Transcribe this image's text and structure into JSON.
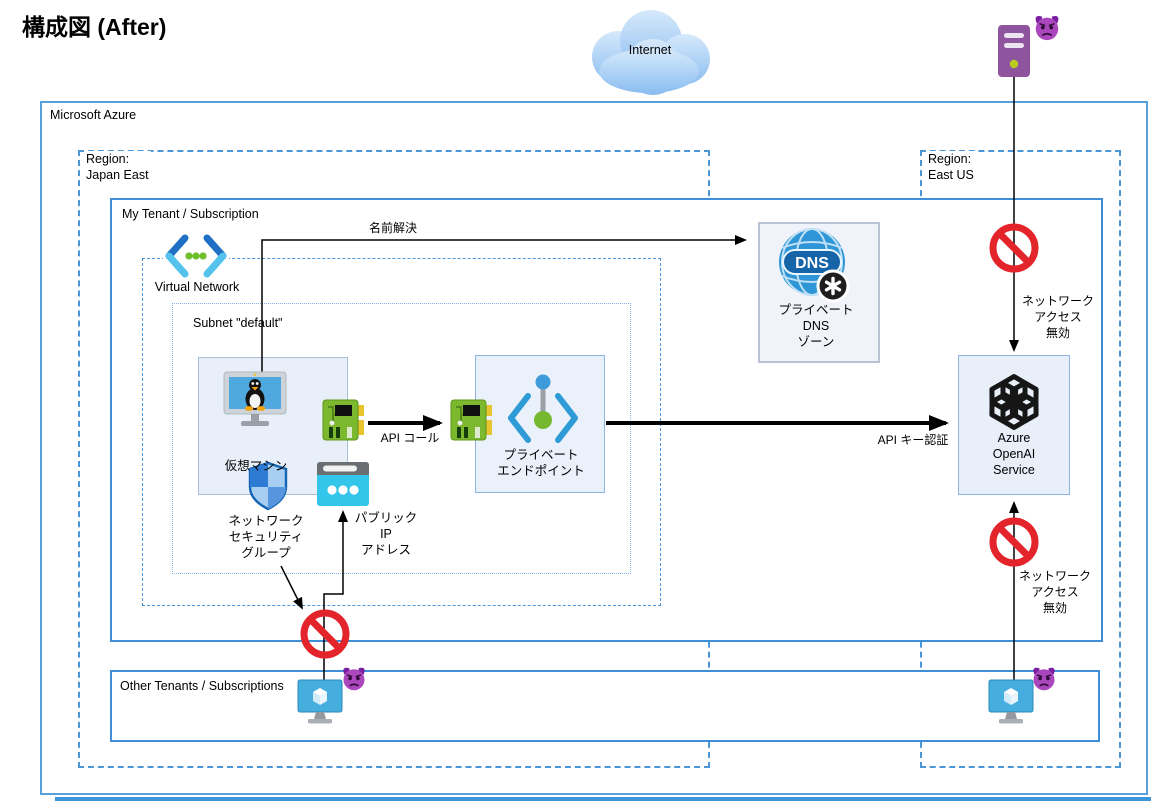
{
  "title": "構成図 (After)",
  "internet": {
    "label": "Internet"
  },
  "azure": {
    "label": "Microsoft Azure"
  },
  "regions": {
    "japan_east": {
      "line1": "Region:",
      "line2": "Japan East"
    },
    "east_us": {
      "line1": "Region:",
      "line2": "East US"
    }
  },
  "tenants": {
    "mine": {
      "label": "My Tenant / Subscription"
    },
    "others": {
      "label": "Other Tenants / Subscriptions"
    }
  },
  "vnet": {
    "label": "Virtual Network",
    "subnet_label": "Subnet \"default\""
  },
  "nodes": {
    "vm": {
      "label": "仮想マシン"
    },
    "nsg": {
      "lines": [
        "ネットワーク",
        "セキュリティ",
        "グループ"
      ]
    },
    "public_ip": {
      "lines": [
        "パブリック",
        "IP",
        "アドレス"
      ]
    },
    "private_endpoint": {
      "lines": [
        "プライベート",
        "エンドポイント"
      ]
    },
    "dns": {
      "lines": [
        "プライベート",
        "DNS",
        "ゾーン"
      ],
      "icon_text": "DNS"
    },
    "openai": {
      "lines": [
        "Azure",
        "OpenAI",
        "Service"
      ]
    }
  },
  "edges": {
    "name_resolution": "名前解決",
    "api_call": "API コール",
    "api_key_auth": "API キー認証",
    "blocked_top": [
      "ネットワーク",
      "アクセス",
      "無効"
    ],
    "blocked_bottom": [
      "ネットワーク",
      "アクセス",
      "無効"
    ]
  },
  "colors": {
    "region_dash": "#4a96d9",
    "tenant_border": "#3e8fd8",
    "outer_border": "#57a0dc",
    "node_fill": "#e9eff9",
    "node_border": "#8db3e2",
    "blocked_red": "#e3242b",
    "arrow_black": "#000000"
  }
}
